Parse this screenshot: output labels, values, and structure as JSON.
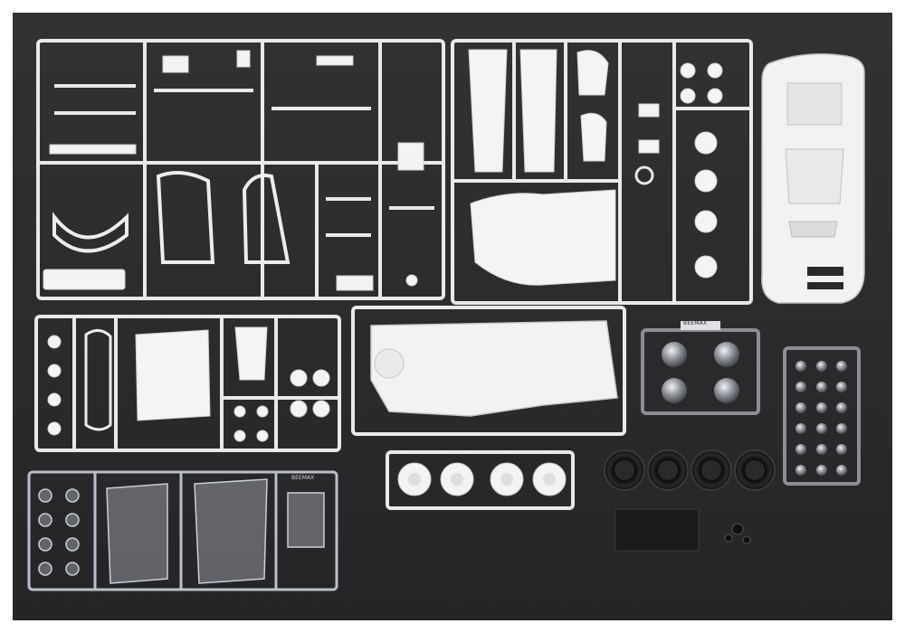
{
  "photo": {
    "subject": "scale-model-car-kit-parts",
    "colors": {
      "backdrop": "#2a2a2c",
      "frame": "#ffffff",
      "plastic": "#f0f0f0",
      "chrome": "#9a9da3",
      "clear": "#c8ced6",
      "rubber": "#111111",
      "decal_card": "#1a1a1a"
    }
  },
  "printed_marks": {
    "brand_tag_chrome_a": "BEEMAX",
    "brand_tag_clear": "BEEMAX"
  }
}
